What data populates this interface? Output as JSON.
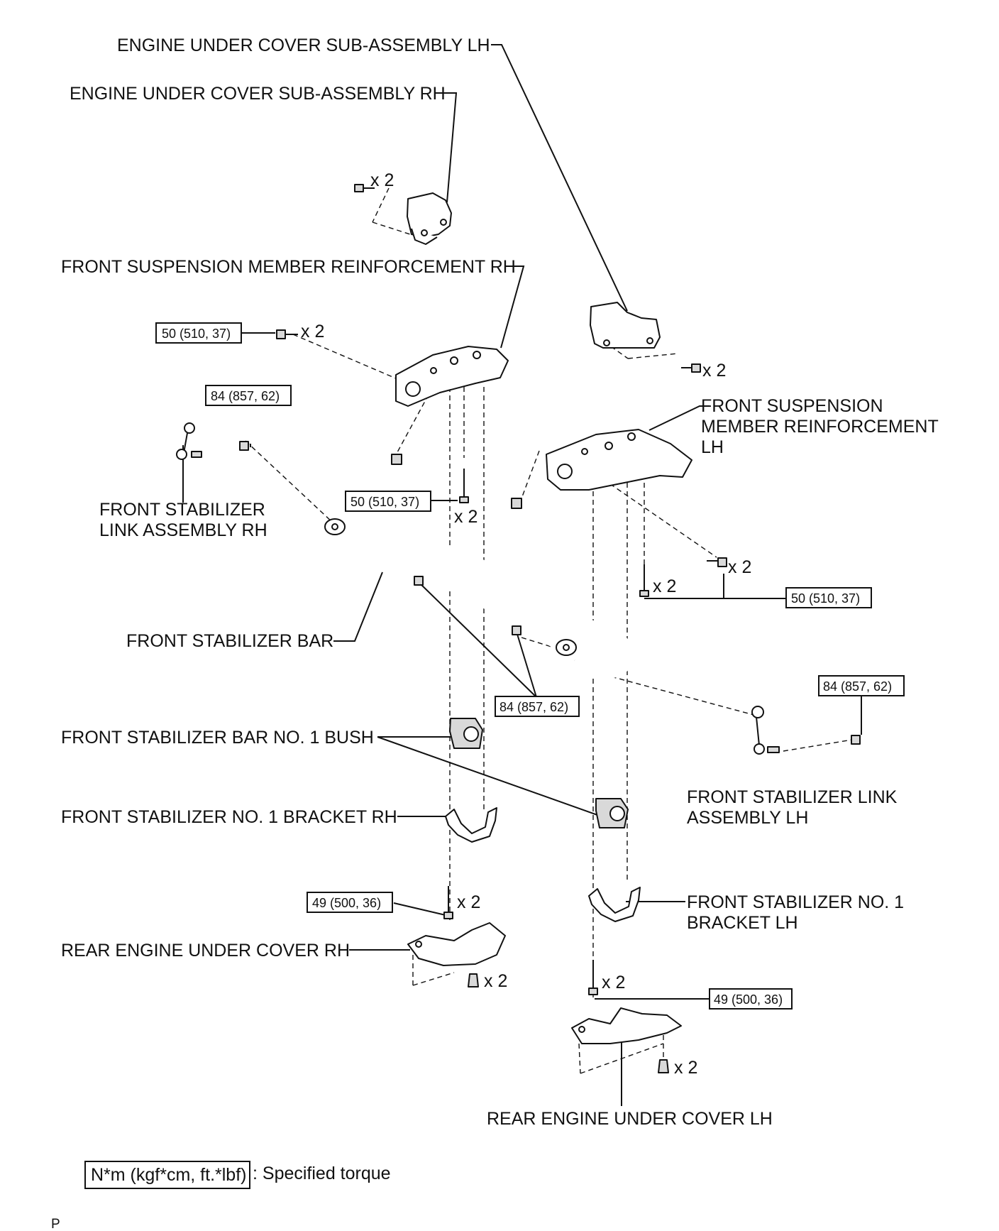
{
  "labels": {
    "engine_under_cover_lh": "ENGINE UNDER COVER SUB-ASSEMBLY LH",
    "engine_under_cover_rh": "ENGINE UNDER COVER SUB-ASSEMBLY RH",
    "front_susp_reinf_rh": "FRONT SUSPENSION MEMBER REINFORCEMENT RH",
    "front_susp_reinf_lh_1": "FRONT SUSPENSION",
    "front_susp_reinf_lh_2": "MEMBER REINFORCEMENT",
    "front_susp_reinf_lh_3": "LH",
    "link_rh_1": "FRONT STABILIZER",
    "link_rh_2": "LINK ASSEMBLY RH",
    "stab_bar": "FRONT STABILIZER BAR",
    "bush": "FRONT STABILIZER BAR NO. 1 BUSH",
    "bracket_rh": "FRONT STABILIZER NO. 1 BRACKET RH",
    "link_lh_1": "FRONT STABILIZER LINK",
    "link_lh_2": "ASSEMBLY LH",
    "bracket_lh_1": "FRONT STABILIZER NO. 1",
    "bracket_lh_2": "BRACKET LH",
    "rear_cover_rh": "REAR ENGINE UNDER COVER RH",
    "rear_cover_lh": "REAR ENGINE UNDER COVER LH"
  },
  "quantities": {
    "q1": "x 2",
    "q2": "x 2",
    "q3": "x 2",
    "q4": "x 2",
    "q5": "x 2",
    "q6": "x 2",
    "q7": "x 2",
    "q8": "x 2",
    "q9": "x 2",
    "q10": "x 2"
  },
  "torques": {
    "t_50_a": "50 (510, 37)",
    "t_84_a": "84 (857, 62)",
    "t_50_b": "50 (510, 37)",
    "t_50_c": "50 (510, 37)",
    "t_84_b": "84 (857, 62)",
    "t_84_c": "84 (857, 62)",
    "t_49_a": "49 (500, 36)",
    "t_49_b": "49 (500, 36)"
  },
  "legend": {
    "unit_box": "N*m (kgf*cm, ft.*lbf)",
    "text": ": Specified torque"
  },
  "footer_code": "P"
}
